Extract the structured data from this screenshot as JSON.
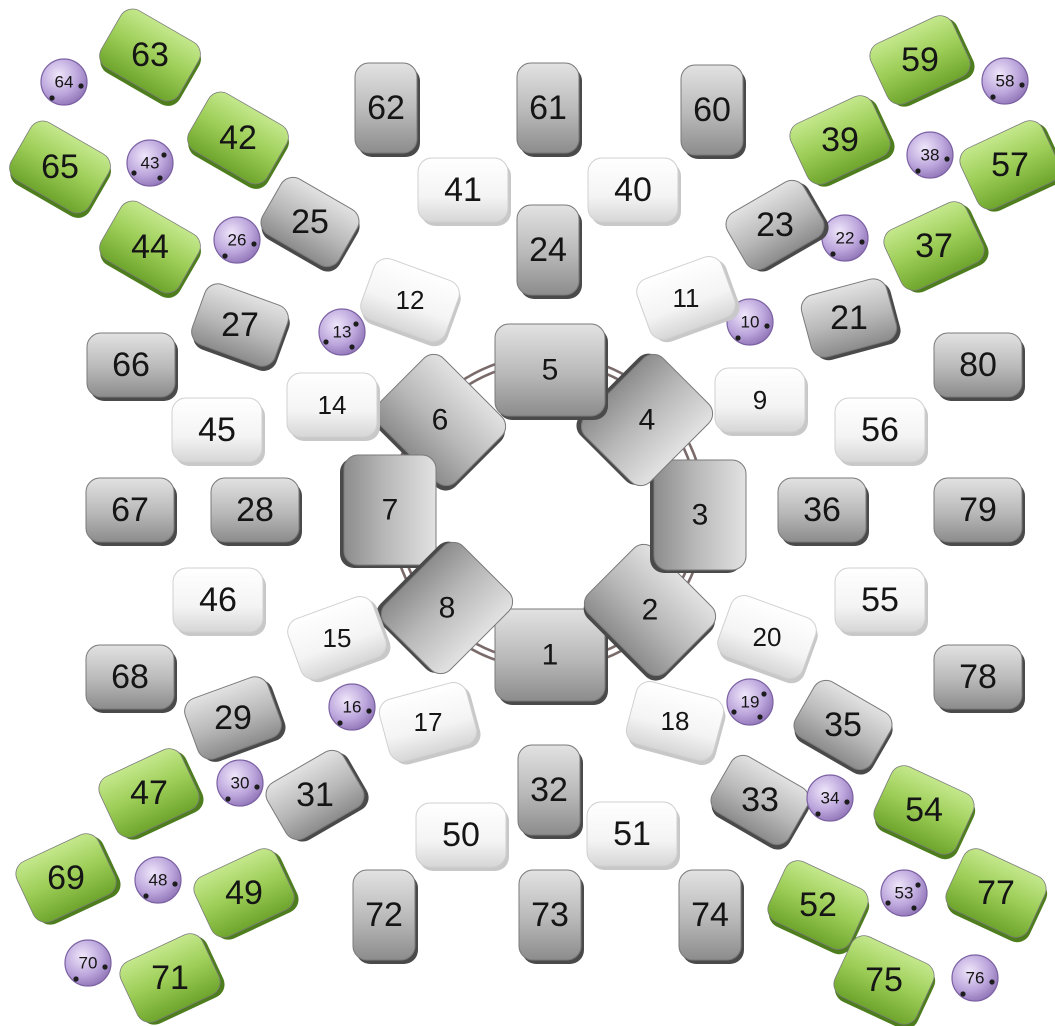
{
  "nodes": [
    {
      "label": "1",
      "kind": "gray"
    },
    {
      "label": "2",
      "kind": "gray"
    },
    {
      "label": "3",
      "kind": "gray"
    },
    {
      "label": "4",
      "kind": "gray"
    },
    {
      "label": "5",
      "kind": "gray"
    },
    {
      "label": "6",
      "kind": "gray"
    },
    {
      "label": "7",
      "kind": "gray"
    },
    {
      "label": "8",
      "kind": "gray"
    },
    {
      "label": "9",
      "kind": "white"
    },
    {
      "label": "10",
      "kind": "purple"
    },
    {
      "label": "11",
      "kind": "white"
    },
    {
      "label": "12",
      "kind": "white"
    },
    {
      "label": "13",
      "kind": "purple"
    },
    {
      "label": "14",
      "kind": "white"
    },
    {
      "label": "15",
      "kind": "white"
    },
    {
      "label": "16",
      "kind": "purple"
    },
    {
      "label": "17",
      "kind": "white"
    },
    {
      "label": "18",
      "kind": "white"
    },
    {
      "label": "19",
      "kind": "purple"
    },
    {
      "label": "20",
      "kind": "white"
    },
    {
      "label": "21",
      "kind": "gray"
    },
    {
      "label": "22",
      "kind": "purple"
    },
    {
      "label": "23",
      "kind": "gray"
    },
    {
      "label": "24",
      "kind": "gray"
    },
    {
      "label": "25",
      "kind": "gray"
    },
    {
      "label": "26",
      "kind": "purple"
    },
    {
      "label": "27",
      "kind": "gray"
    },
    {
      "label": "28",
      "kind": "gray"
    },
    {
      "label": "29",
      "kind": "gray"
    },
    {
      "label": "30",
      "kind": "purple"
    },
    {
      "label": "31",
      "kind": "gray"
    },
    {
      "label": "32",
      "kind": "gray"
    },
    {
      "label": "33",
      "kind": "gray"
    },
    {
      "label": "34",
      "kind": "purple"
    },
    {
      "label": "35",
      "kind": "gray"
    },
    {
      "label": "36",
      "kind": "gray"
    },
    {
      "label": "37",
      "kind": "green"
    },
    {
      "label": "38",
      "kind": "purple"
    },
    {
      "label": "39",
      "kind": "green"
    },
    {
      "label": "40",
      "kind": "white"
    },
    {
      "label": "41",
      "kind": "white"
    },
    {
      "label": "42",
      "kind": "green"
    },
    {
      "label": "43",
      "kind": "purple"
    },
    {
      "label": "44",
      "kind": "green"
    },
    {
      "label": "45",
      "kind": "white"
    },
    {
      "label": "46",
      "kind": "white"
    },
    {
      "label": "47",
      "kind": "green"
    },
    {
      "label": "48",
      "kind": "purple"
    },
    {
      "label": "49",
      "kind": "green"
    },
    {
      "label": "50",
      "kind": "white"
    },
    {
      "label": "51",
      "kind": "white"
    },
    {
      "label": "52",
      "kind": "green"
    },
    {
      "label": "53",
      "kind": "purple"
    },
    {
      "label": "54",
      "kind": "green"
    },
    {
      "label": "55",
      "kind": "white"
    },
    {
      "label": "56",
      "kind": "white"
    },
    {
      "label": "57",
      "kind": "green"
    },
    {
      "label": "58",
      "kind": "purple"
    },
    {
      "label": "59",
      "kind": "green"
    },
    {
      "label": "60",
      "kind": "gray"
    },
    {
      "label": "61",
      "kind": "gray"
    },
    {
      "label": "62",
      "kind": "gray"
    },
    {
      "label": "63",
      "kind": "green"
    },
    {
      "label": "64",
      "kind": "purple"
    },
    {
      "label": "65",
      "kind": "green"
    },
    {
      "label": "66",
      "kind": "gray"
    },
    {
      "label": "67",
      "kind": "gray"
    },
    {
      "label": "68",
      "kind": "gray"
    },
    {
      "label": "69",
      "kind": "green"
    },
    {
      "label": "70",
      "kind": "purple"
    },
    {
      "label": "71",
      "kind": "green"
    },
    {
      "label": "72",
      "kind": "gray"
    },
    {
      "label": "73",
      "kind": "gray"
    },
    {
      "label": "74",
      "kind": "gray"
    },
    {
      "label": "75",
      "kind": "green"
    },
    {
      "label": "76",
      "kind": "purple"
    },
    {
      "label": "77",
      "kind": "green"
    },
    {
      "label": "78",
      "kind": "gray"
    },
    {
      "label": "79",
      "kind": "gray"
    },
    {
      "label": "80",
      "kind": "gray"
    }
  ],
  "colors": {
    "gray_top": "#d9d9d9",
    "gray_bottom": "#8f8f8f",
    "gray_edge": "#4a4a4a",
    "white_top": "#ffffff",
    "white_bottom": "#dcdcdc",
    "white_edge": "#b5b5b5",
    "green_top": "#b6e07a",
    "green_bottom": "#6fa82c",
    "green_edge": "#4d7d1c",
    "purple_top": "#dccbef",
    "purple_bottom": "#a58ac9",
    "purple_edge": "#7b61a3",
    "ring": "#7a6a6a"
  }
}
